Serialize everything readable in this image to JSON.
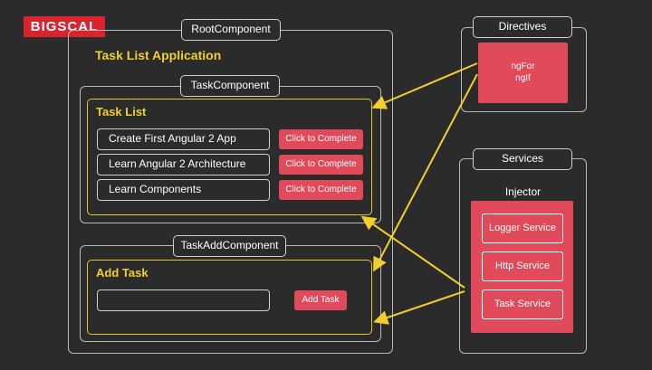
{
  "logo": {
    "text": "BIGSCAL"
  },
  "root": {
    "label": "RootComponent",
    "title": "Task List Application"
  },
  "task_component": {
    "label": "TaskComponent",
    "title": "Task List",
    "tasks": [
      {
        "text": "Create First Angular 2 App",
        "button": "Click to Complete"
      },
      {
        "text": "Learn Angular 2 Architecture",
        "button": "Click to Complete"
      },
      {
        "text": "Learn Components",
        "button": "Click to Complete"
      }
    ]
  },
  "task_add_component": {
    "label": "TaskAddComponent",
    "title": "Add Task",
    "input_value": "",
    "button": "Add Task"
  },
  "directives": {
    "label": "Directives",
    "items": [
      "ngFor",
      "ngIf"
    ]
  },
  "services": {
    "label": "Services",
    "injector": "Injector",
    "items": [
      "Logger Service",
      "Http Service",
      "Task Service"
    ]
  },
  "colors": {
    "accent_red": "#e04a5a",
    "accent_gold": "#f2cf2c",
    "logo_red": "#d9232e"
  }
}
